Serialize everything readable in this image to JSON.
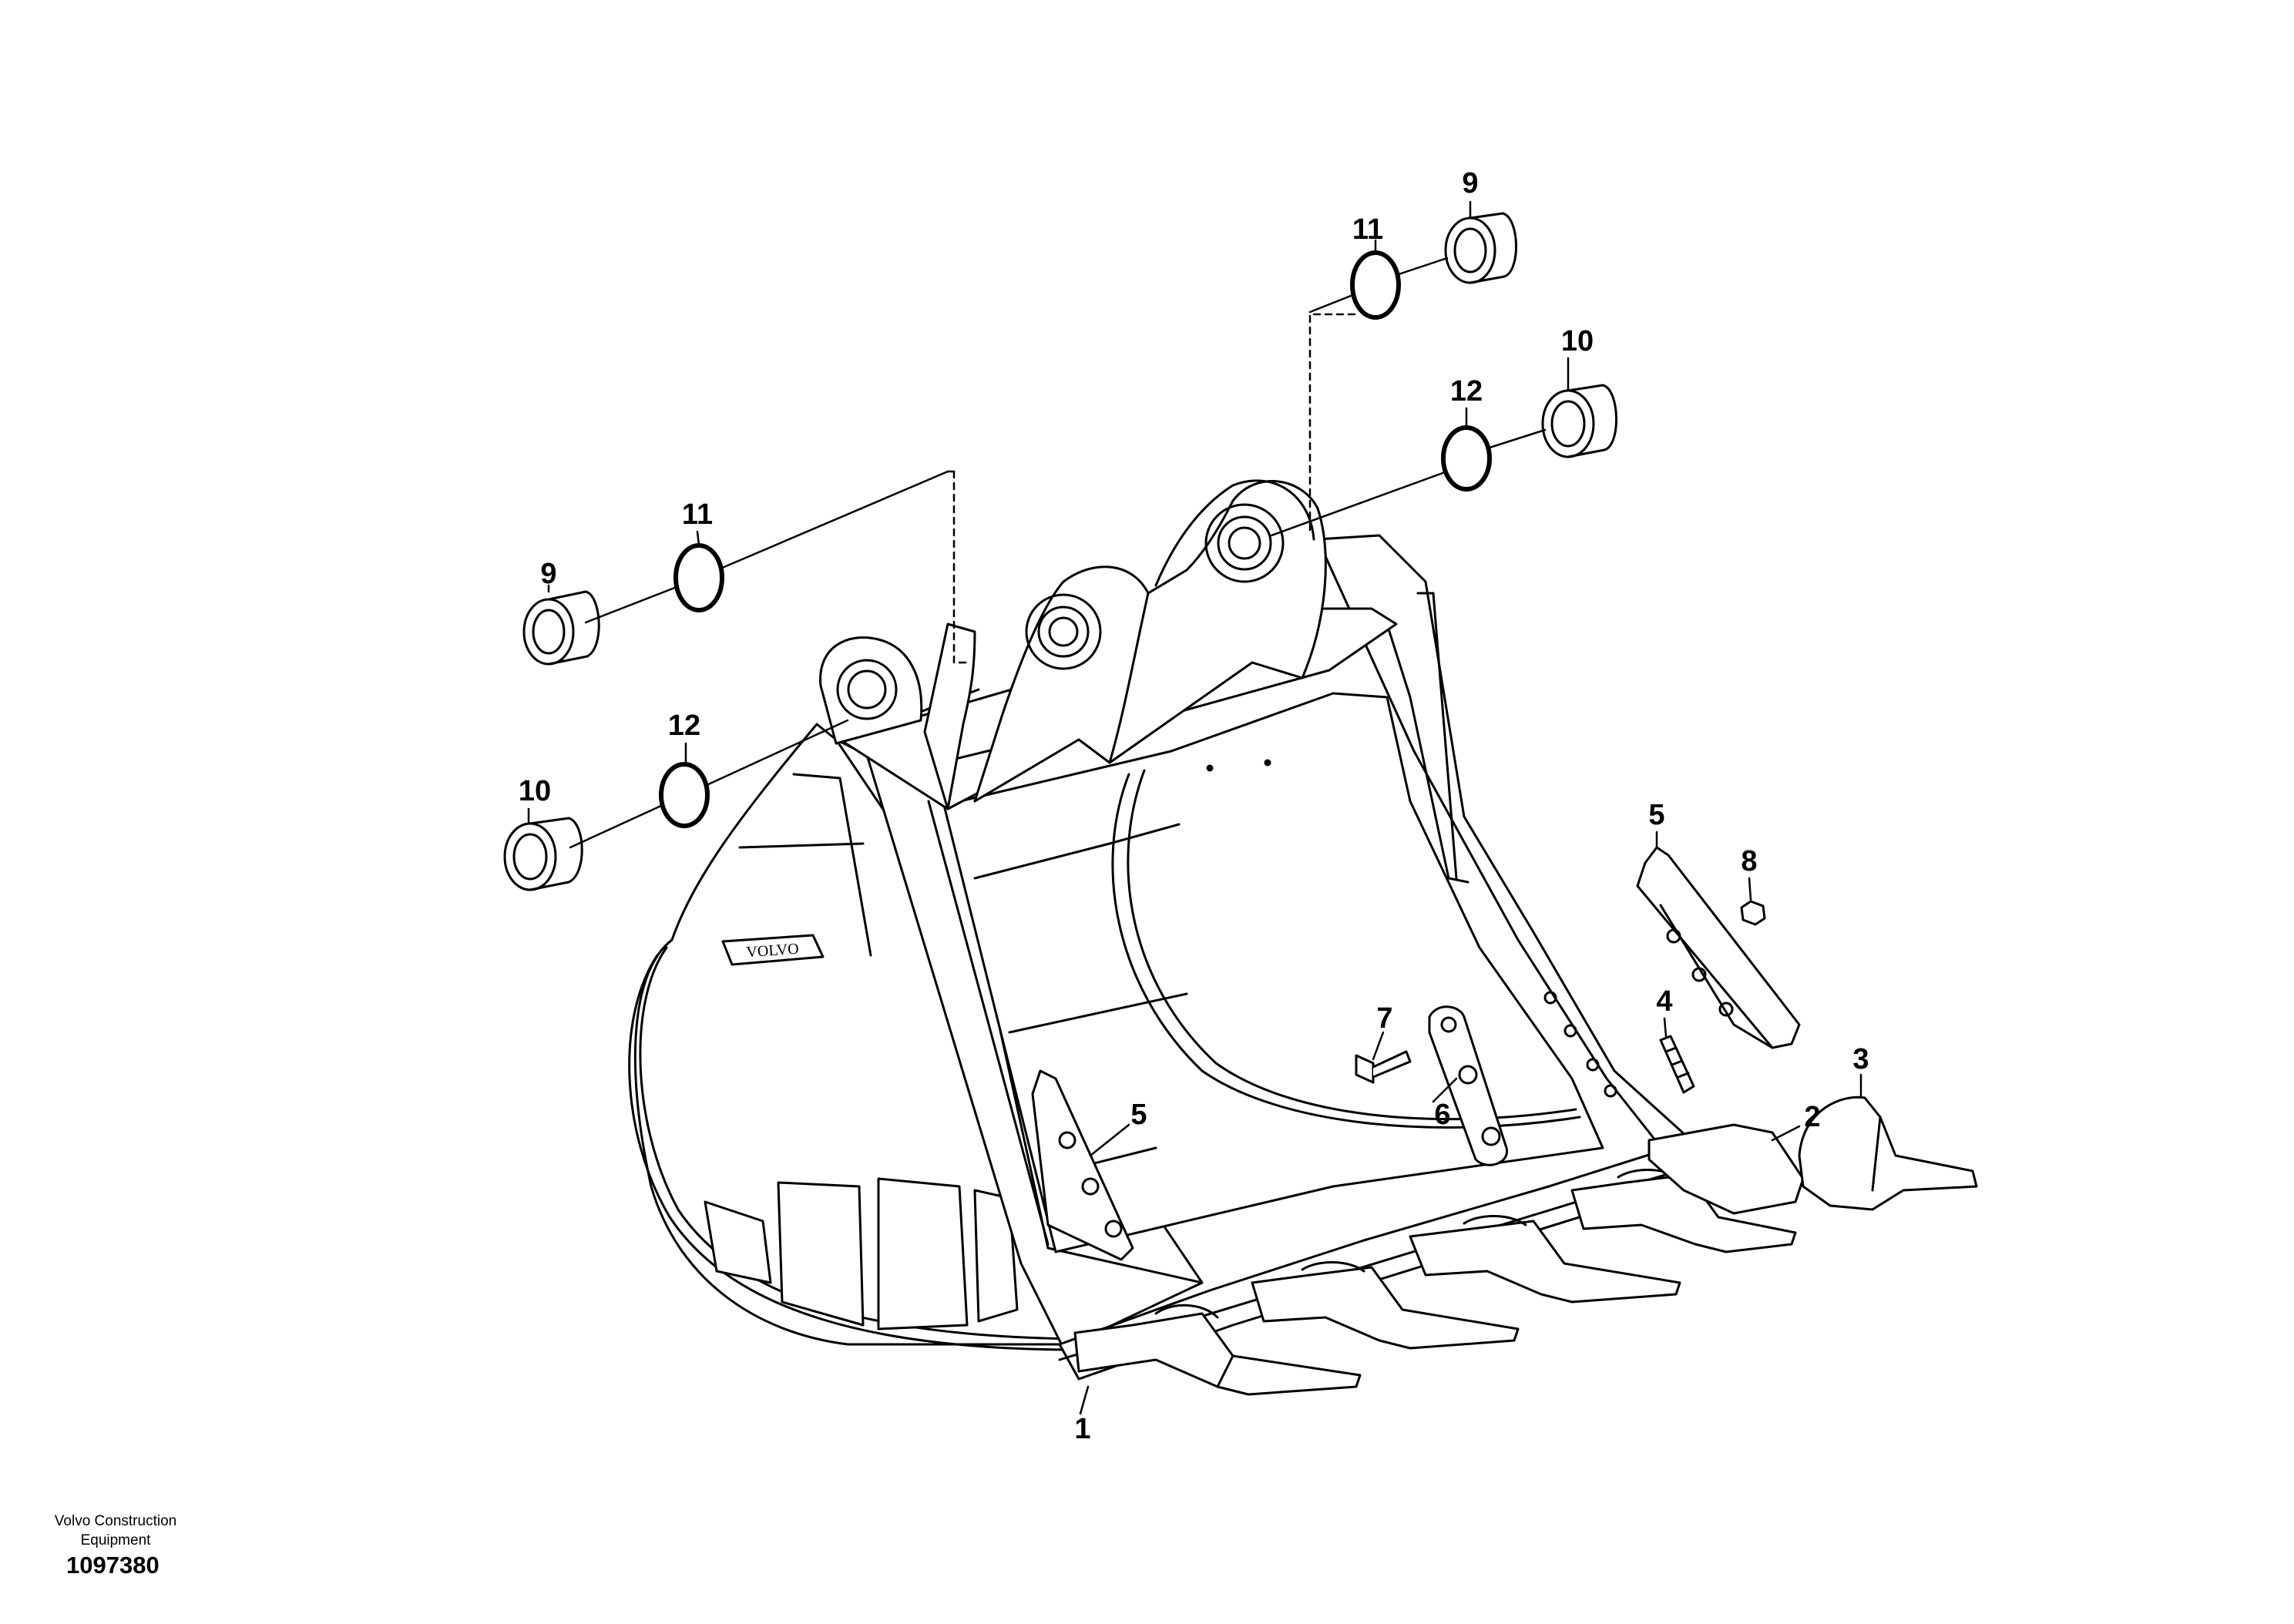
{
  "diagram": {
    "callouts": [
      {
        "id": "c1",
        "label": "1"
      },
      {
        "id": "c2",
        "label": "2"
      },
      {
        "id": "c3",
        "label": "3"
      },
      {
        "id": "c4",
        "label": "4"
      },
      {
        "id": "c5a",
        "label": "5"
      },
      {
        "id": "c5b",
        "label": "5"
      },
      {
        "id": "c6",
        "label": "6"
      },
      {
        "id": "c7",
        "label": "7"
      },
      {
        "id": "c8",
        "label": "8"
      },
      {
        "id": "c9a",
        "label": "9"
      },
      {
        "id": "c9b",
        "label": "9"
      },
      {
        "id": "c10a",
        "label": "10"
      },
      {
        "id": "c10b",
        "label": "10"
      },
      {
        "id": "c11a",
        "label": "11"
      },
      {
        "id": "c11b",
        "label": "11"
      },
      {
        "id": "c12a",
        "label": "12"
      },
      {
        "id": "c12b",
        "label": "12"
      }
    ],
    "bucket_logo_text": "VOLVO"
  },
  "footer": {
    "brand_line1": "Volvo Construction",
    "brand_line2": "Equipment",
    "document_number": "1097380"
  }
}
